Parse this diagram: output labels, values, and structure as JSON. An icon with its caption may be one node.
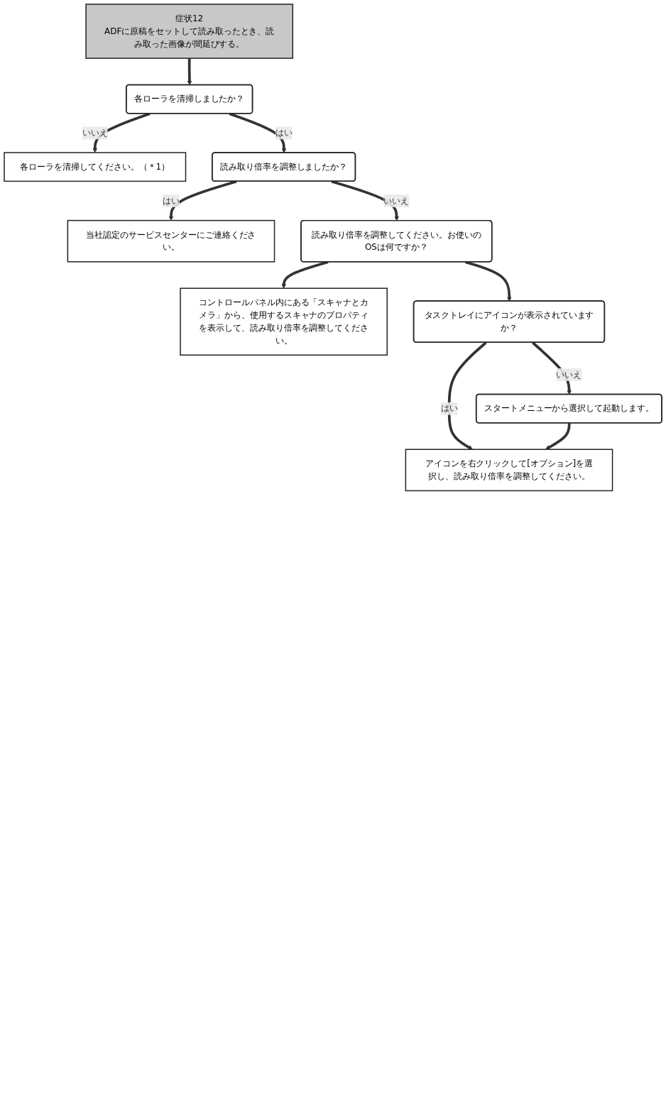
{
  "diagram": {
    "nodes": [
      {
        "text": [
          "症状12",
          "ADFに原稿をセットして読み取ったとき、読み取った画像が間延びする。"
        ]
      },
      {
        "text": [
          "各ローラを清掃しましたか？"
        ]
      },
      {
        "text": [
          "各ローラを清掃してください。（＊1）"
        ]
      },
      {
        "text": [
          "読み取り倍率を調整しましたか？"
        ]
      },
      {
        "text": [
          "当社認定のサービスセンターにご連絡ください。"
        ]
      },
      {
        "text": [
          "読み取り倍率を調整してください。お使いのOSは何ですか？"
        ]
      },
      {
        "text": [
          "コントロールパネル内にある「スキャナとカメラ」から、使用するスキャナのプロパティを表示して、読み取り倍率を調整してください。"
        ]
      },
      {
        "text": [
          "タスクトレイにアイコンが表示されていますか？"
        ]
      },
      {
        "text": [
          "スタートメニューから選択して起動します。"
        ]
      },
      {
        "text": [
          "アイコンを右クリックして[オプション]を選択し、読み取り倍率を調整してください。"
        ]
      }
    ],
    "edges": [
      {
        "from": 0,
        "to": 1,
        "arrow": "to"
      },
      {
        "from": 1,
        "to": 2,
        "arrow": "to",
        "label": "いいえ"
      },
      {
        "from": 1,
        "to": 3,
        "arrow": "to",
        "label": "はい"
      },
      {
        "from": 3,
        "to": 4,
        "arrow": "to",
        "label": "はい"
      },
      {
        "from": 3,
        "to": 5,
        "arrow": "to",
        "label": "いいえ"
      },
      {
        "from": 5,
        "to": 6,
        "arrow": "to"
      },
      {
        "from": 5,
        "to": 7,
        "arrow": "to"
      },
      {
        "from": 7,
        "to": 9,
        "arrow": "to",
        "label": "はい"
      },
      {
        "from": 7,
        "to": 8,
        "arrow": "to",
        "label": "いいえ"
      },
      {
        "from": 8,
        "to": 9,
        "arrow": "to"
      }
    ]
  }
}
